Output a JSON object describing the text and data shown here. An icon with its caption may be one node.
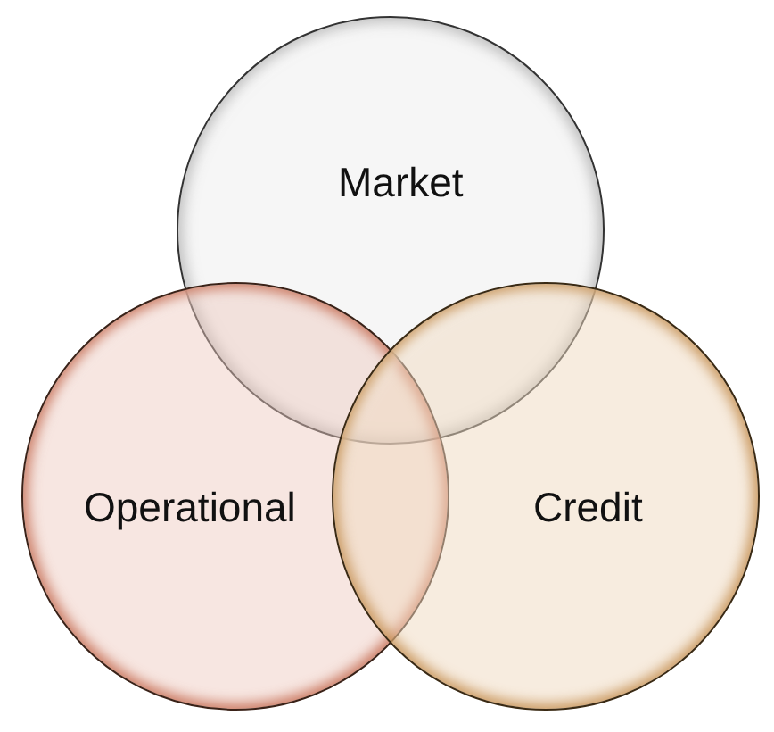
{
  "diagram": {
    "nodes": [
      {
        "text": [
          "Market"
        ]
      },
      {
        "text": [
          "Operational"
        ]
      },
      {
        "text": [
          "Credit"
        ]
      }
    ]
  }
}
